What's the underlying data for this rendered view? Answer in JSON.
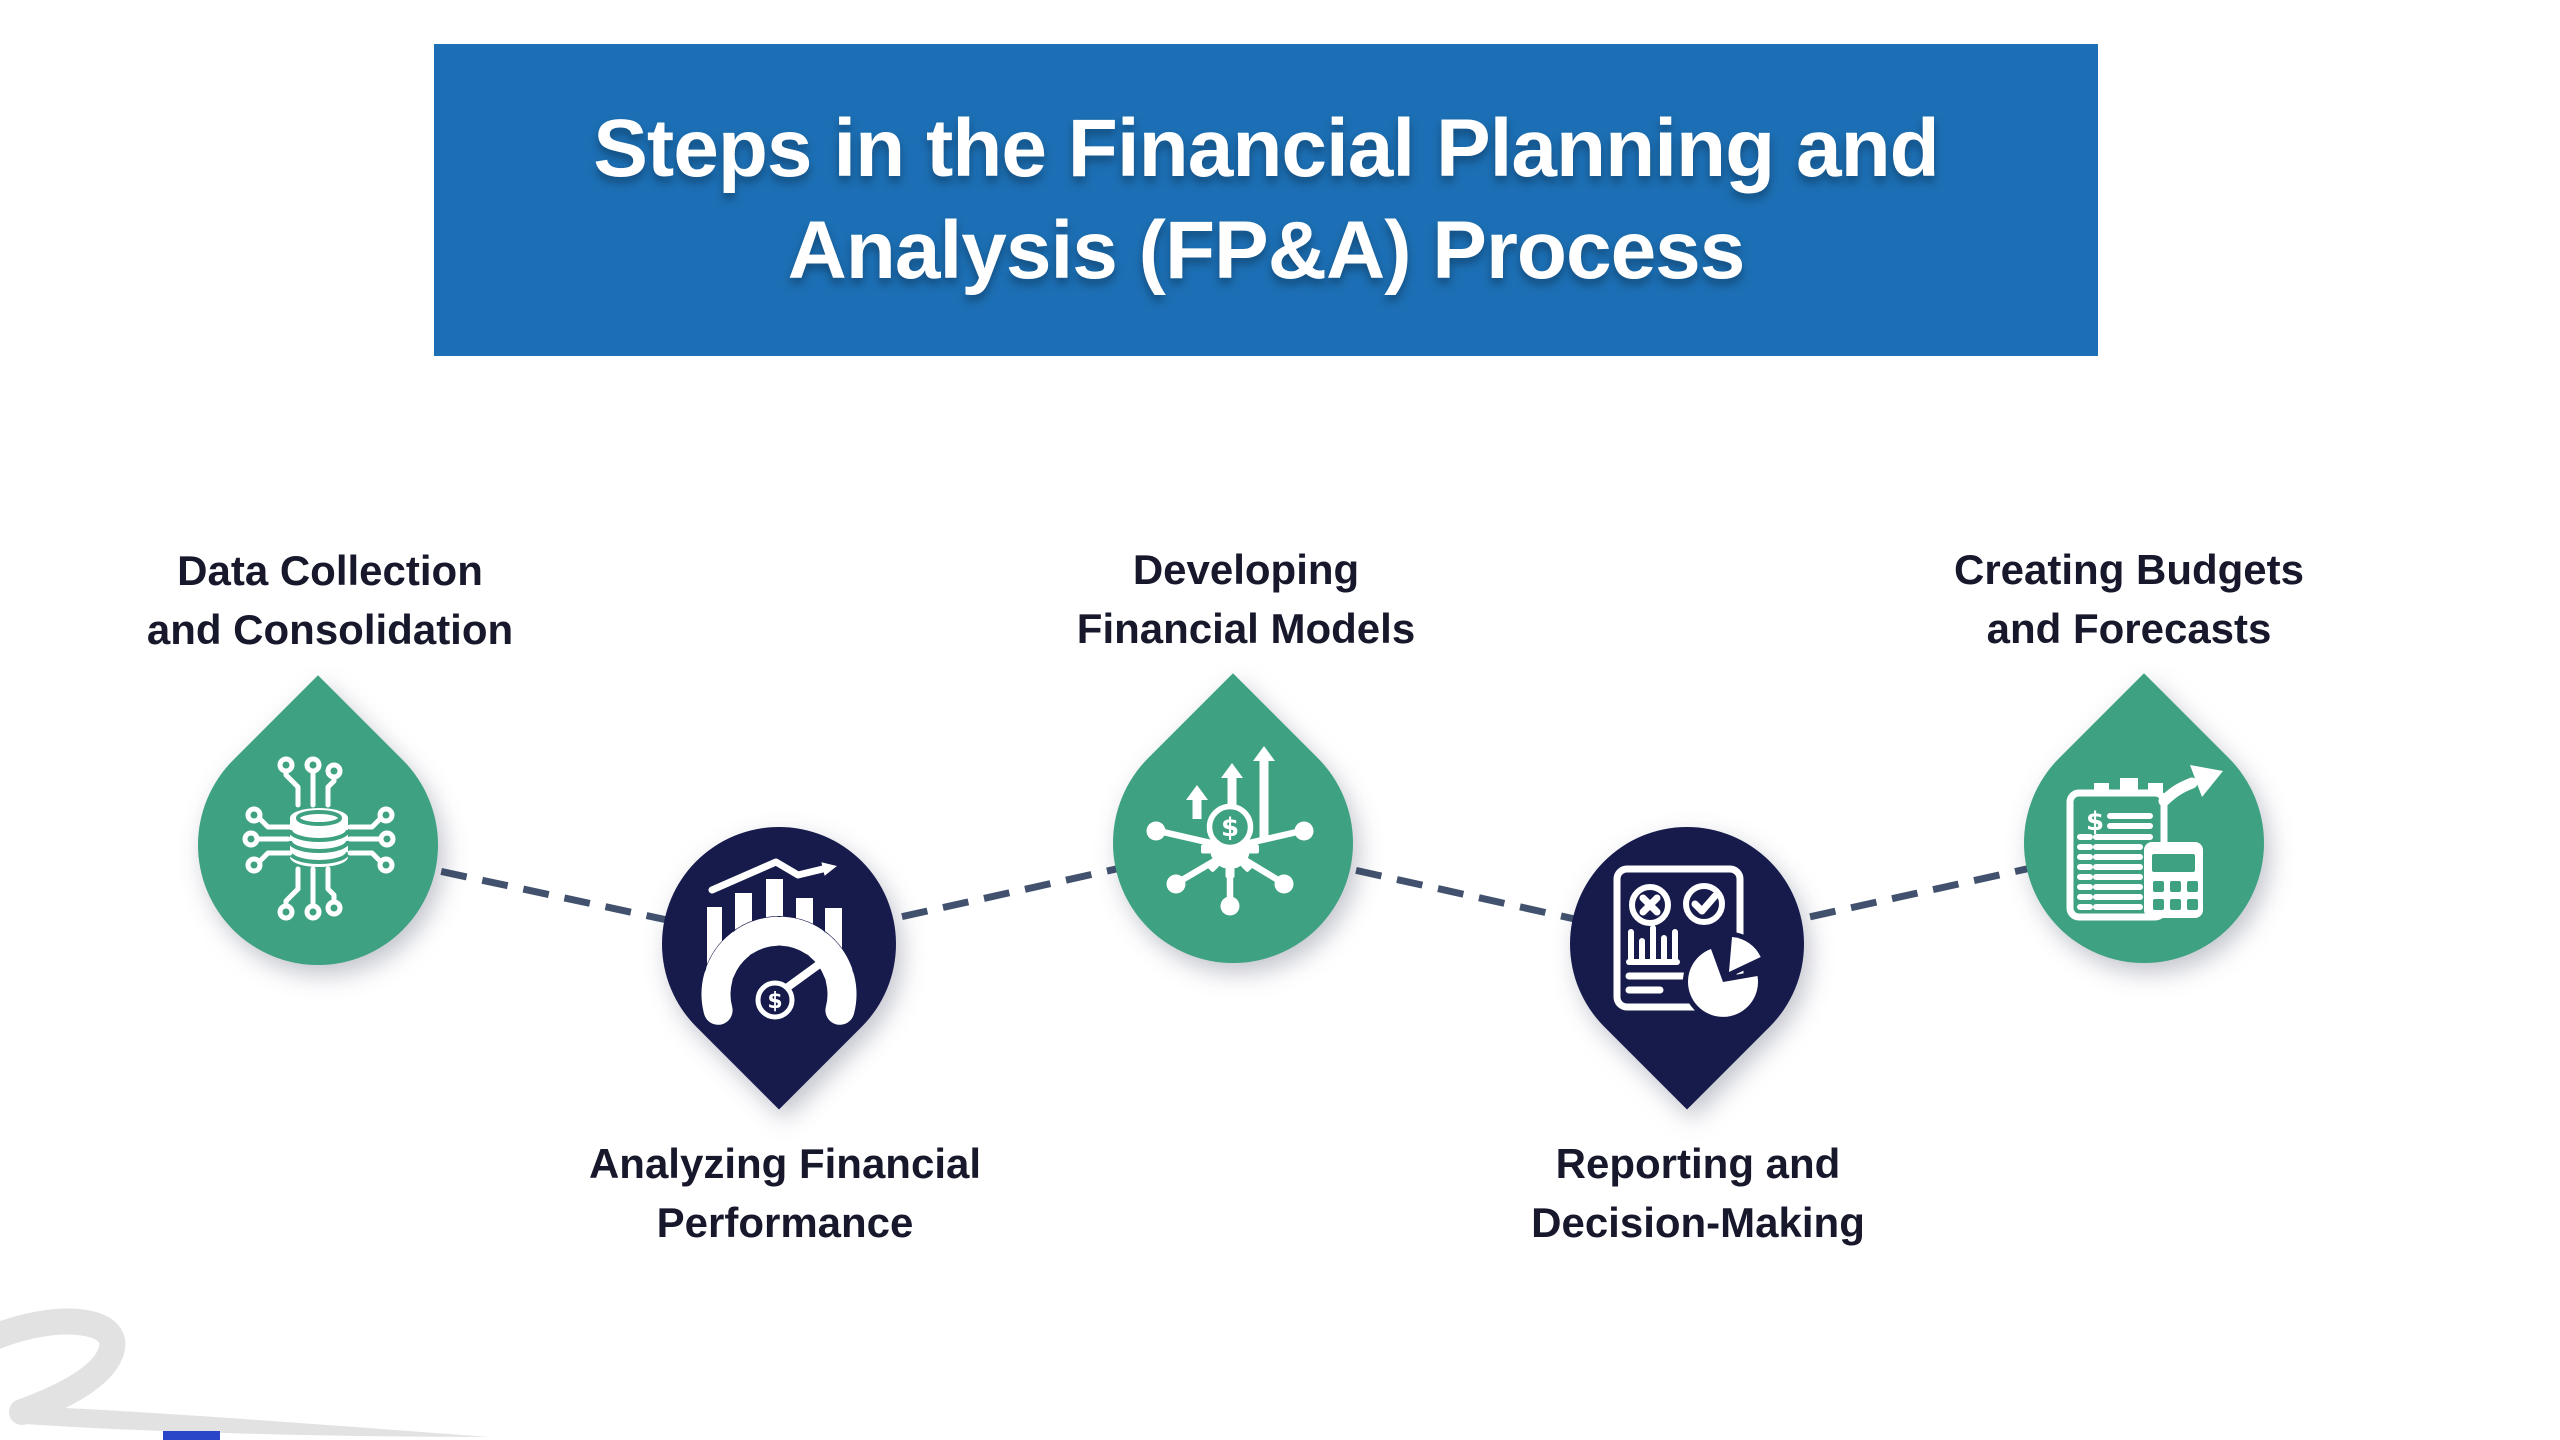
{
  "title": {
    "line1": "Steps in the Financial Planning and",
    "line2": "Analysis (FP&A) Process"
  },
  "steps": [
    {
      "line1": "Data Collection",
      "line2": "and Consolidation",
      "icon": "database-circuit-icon",
      "drop_color": "green",
      "drop_direction": "up"
    },
    {
      "line1": "Analyzing Financial",
      "line2": "Performance",
      "icon": "gauge-performance-icon",
      "drop_color": "navy",
      "drop_direction": "down"
    },
    {
      "line1": "Developing",
      "line2": "Financial Models",
      "icon": "financial-model-icon",
      "drop_color": "green",
      "drop_direction": "up"
    },
    {
      "line1": "Reporting and",
      "line2": "Decision-Making",
      "icon": "report-piechart-icon",
      "drop_color": "navy",
      "drop_direction": "down"
    },
    {
      "line1": "Creating Budgets",
      "line2": "and Forecasts",
      "icon": "budget-calculator-icon",
      "drop_color": "green",
      "drop_direction": "up"
    }
  ],
  "colors": {
    "banner_blue": "#1C6FB4",
    "drop_green": "#3EA181",
    "drop_navy": "#171B4B",
    "connector": "#42526E",
    "label_text": "#17182B",
    "title_text": "#FFFFFF",
    "squiggle": "#E2E2E2",
    "icon_white": "#FFFFFF",
    "progress_blue": "#2946C8"
  }
}
